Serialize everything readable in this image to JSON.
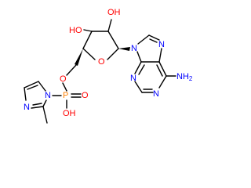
{
  "colors": {
    "bond": "#000000",
    "oxygen": "#ff0000",
    "nitrogen": "#0000ff",
    "phosphorus": "#ff8000",
    "background": "#ffffff"
  },
  "atoms": {
    "O_3": "HO",
    "O_2": "OH",
    "O_ring": "O",
    "O_ester": "O",
    "N_9": "N",
    "N_7": "N",
    "N_3": "N",
    "N_1": "N",
    "NH2": "NH2",
    "P": "P",
    "O_double": "O",
    "O_hydroxyl": "OH",
    "N_imid_1": "N",
    "N_imid_3": "N"
  }
}
